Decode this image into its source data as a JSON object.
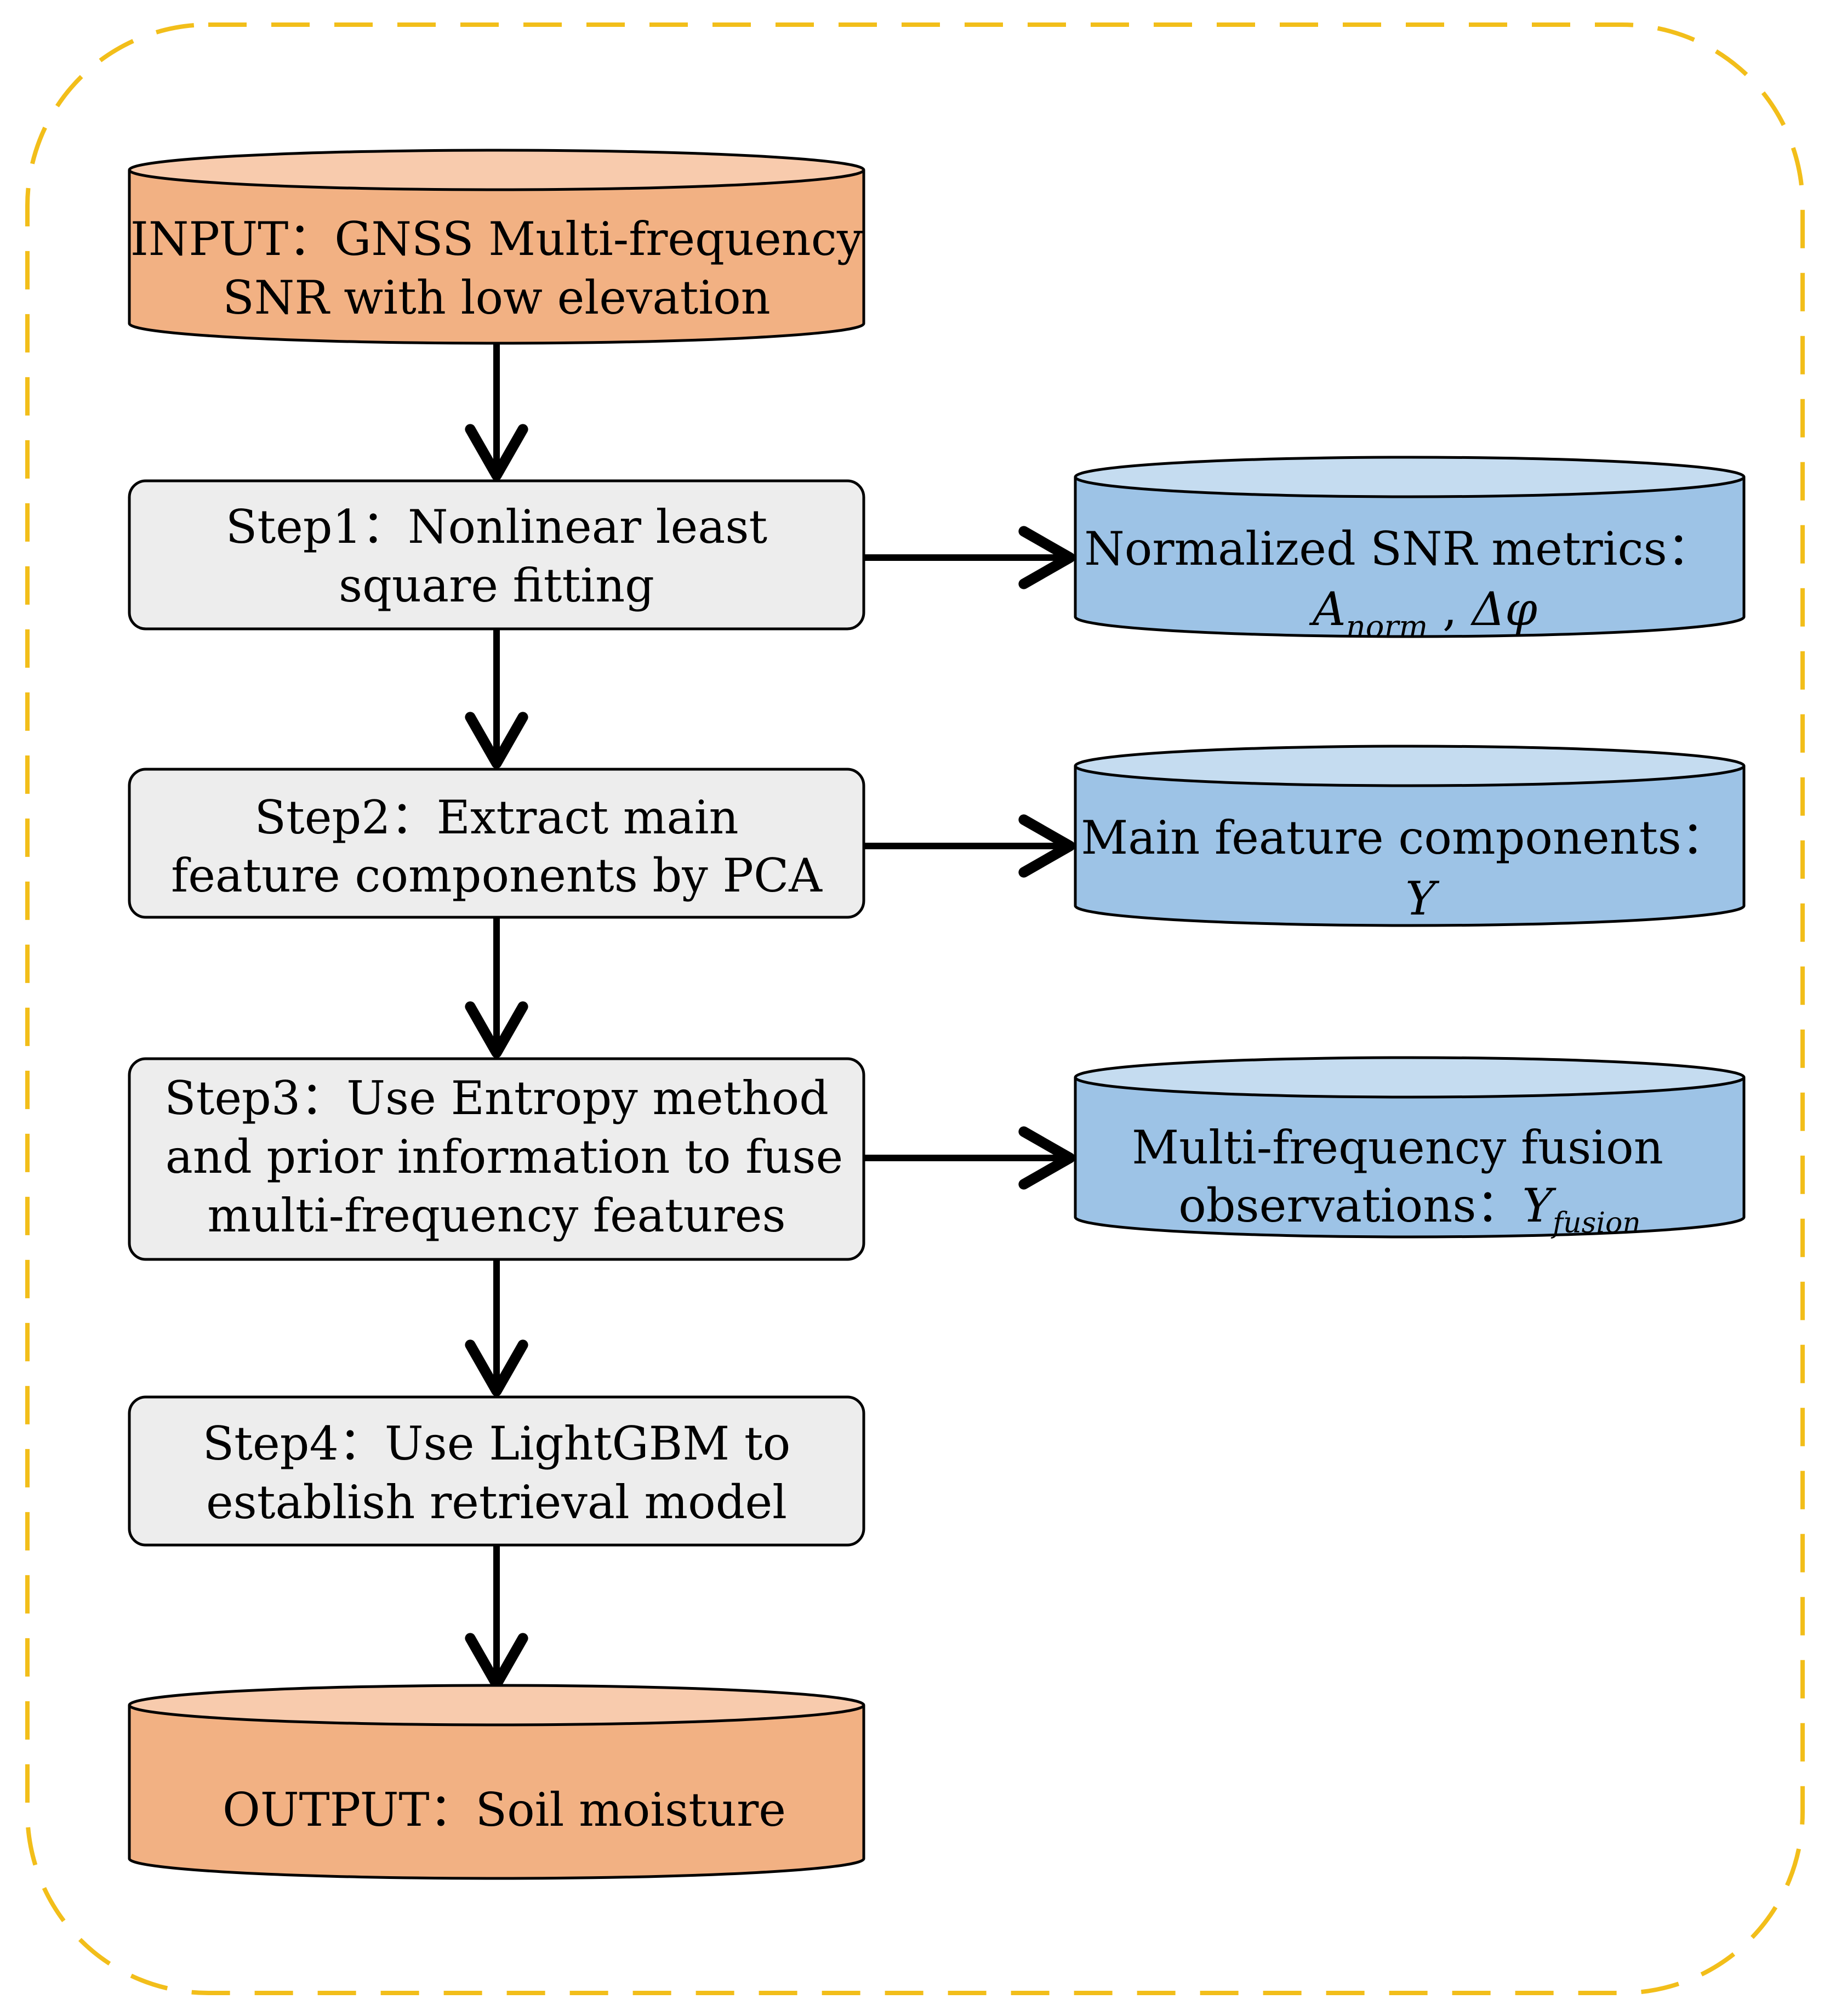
{
  "colors": {
    "frame_dash": "#F2BE1A",
    "io_fill": "#F2B183",
    "io_top": "#F8CBAD",
    "step_fill": "#EDEDED",
    "result_fill": "#9DC3E6",
    "result_top": "#C5DCF0",
    "stroke": "#000000"
  },
  "input": {
    "line1": "INPUT：GNSS Multi-frequency",
    "line2": "SNR with low elevation"
  },
  "steps": [
    {
      "line1": "Step1：Nonlinear least",
      "line2": "square fitting"
    },
    {
      "line1": "Step2：Extract  main",
      "line2": "feature components by PCA"
    },
    {
      "line1": "Step3：Use Entropy method",
      "line2": "and  prior information to fuse",
      "line3": "multi-frequency features"
    },
    {
      "line1": "Step4：Use LightGBM to",
      "line2": "establish retrieval model"
    }
  ],
  "results": [
    {
      "line1": "Normalized SNR metrics：",
      "sym1": "A",
      "sub1": "norm",
      "sep": " , ",
      "sym2": "Δφ"
    },
    {
      "line1": "Main feature components：",
      "sym": "Y"
    },
    {
      "line1": "Multi-frequency fusion",
      "line2_prefix": "observations：",
      "sym": "Y",
      "sub": "fusion"
    }
  ],
  "output": {
    "label": "OUTPUT：Soil moisture"
  },
  "icons": {
    "arrow": "arrow-right-icon",
    "arrow_down": "arrow-down-icon",
    "database": "cylinder-icon"
  }
}
